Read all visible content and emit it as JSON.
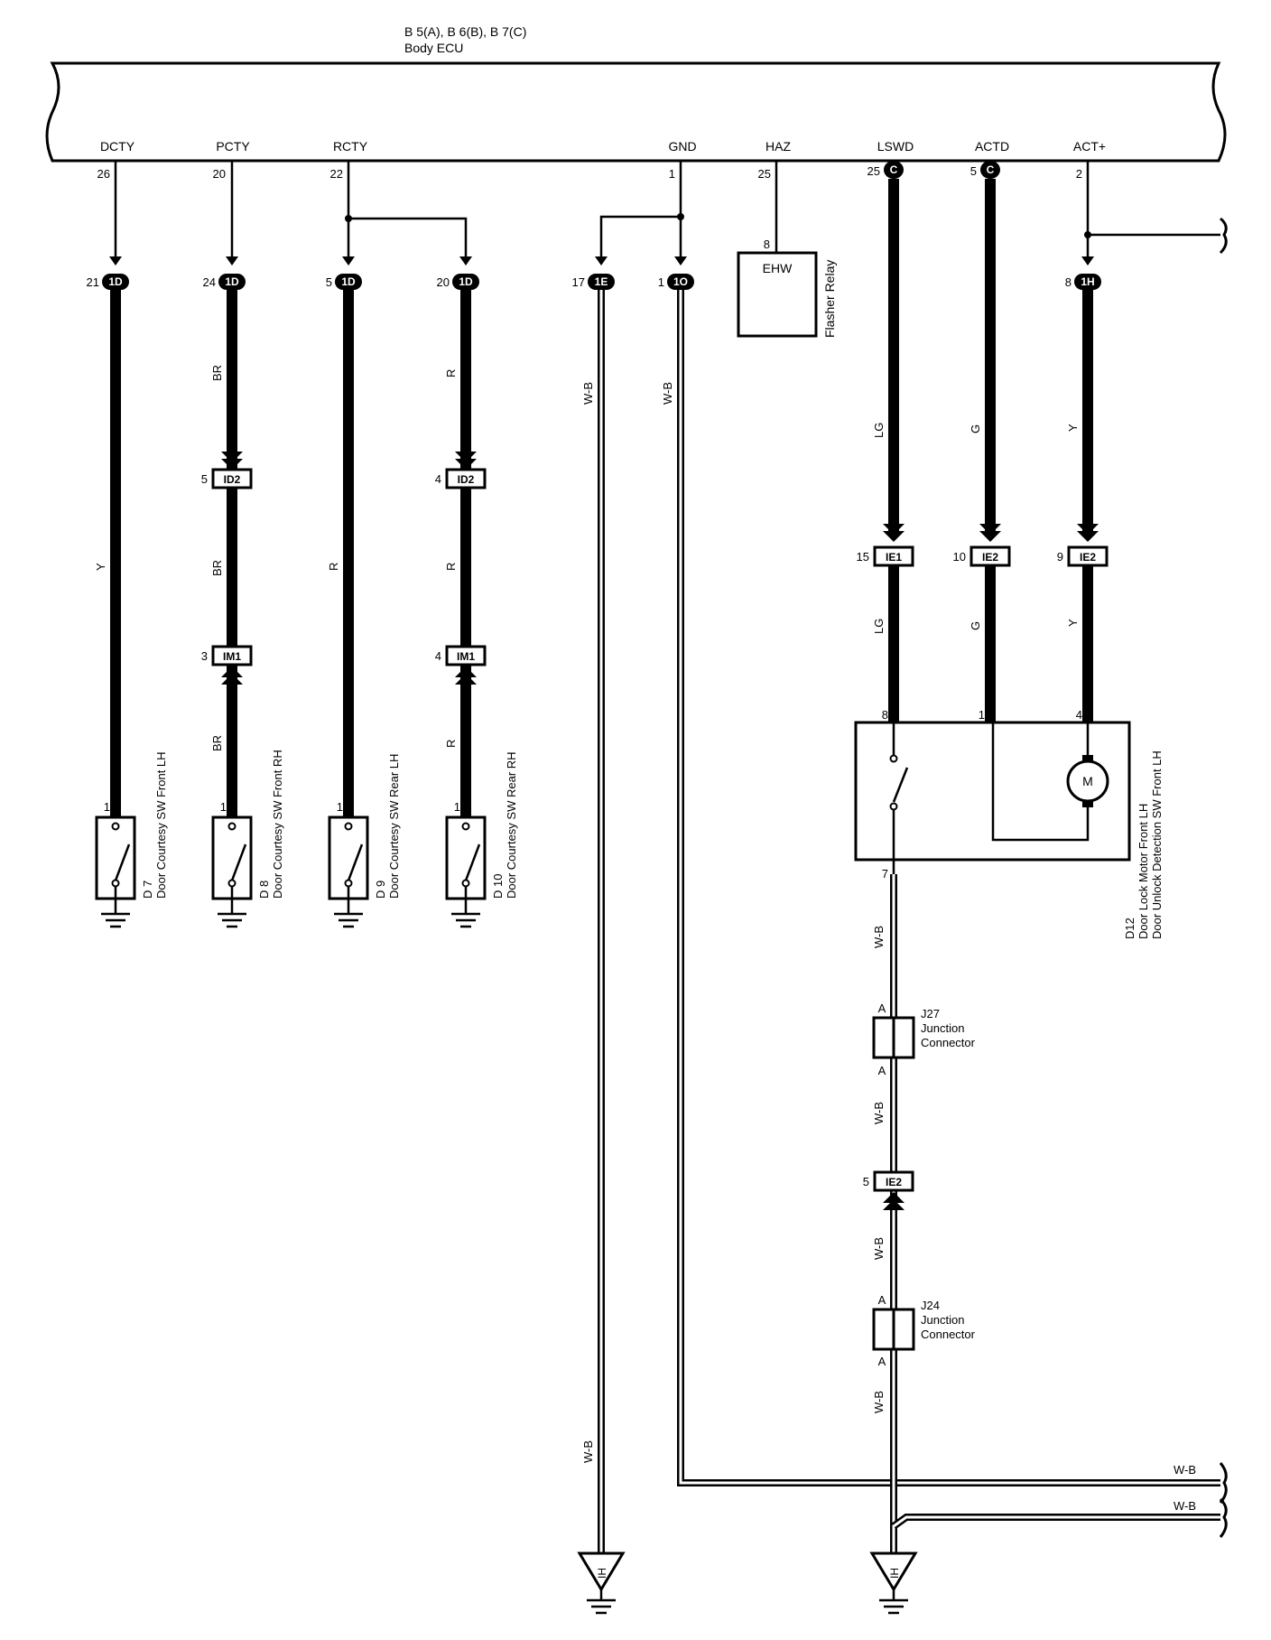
{
  "ecu": {
    "part_code": "B 5(A), B 6(B), B 7(C)",
    "name": "Body ECU",
    "terminals": [
      {
        "name": "DCTY",
        "pin": "26"
      },
      {
        "name": "PCTY",
        "pin": "20"
      },
      {
        "name": "RCTY",
        "pin": "22"
      },
      {
        "name": "GND",
        "pin": "1"
      },
      {
        "name": "HAZ",
        "pin": "25"
      },
      {
        "name": "LSWD",
        "pin": "25",
        "conn": "C"
      },
      {
        "name": "ACTD",
        "pin": "5",
        "conn": "C"
      },
      {
        "name": "ACT+",
        "pin": "2"
      }
    ]
  },
  "connectors_top": [
    {
      "pin": "21",
      "label": "1D"
    },
    {
      "pin": "24",
      "label": "1D"
    },
    {
      "pin": "5",
      "label": "1D"
    },
    {
      "pin": "20",
      "label": "1D"
    },
    {
      "pin": "17",
      "label": "1E"
    },
    {
      "pin": "1",
      "label": "1O"
    },
    {
      "pin": "8",
      "label": "1H"
    }
  ],
  "relay": {
    "pin": "8",
    "label": "EHW",
    "name": "Flasher Relay"
  },
  "wire_colors": {
    "y": "Y",
    "br": "BR",
    "r": "R",
    "wb": "W-B",
    "lg": "LG",
    "g": "G"
  },
  "mid_connectors": [
    {
      "pin": "5",
      "label": "ID2"
    },
    {
      "pin": "4",
      "label": "ID2"
    },
    {
      "pin": "3",
      "label": "IM1"
    },
    {
      "pin": "4",
      "label": "IM1"
    },
    {
      "pin": "15",
      "label": "IE1"
    },
    {
      "pin": "10",
      "label": "IE2"
    },
    {
      "pin": "9",
      "label": "IE2"
    },
    {
      "pin": "5",
      "label": "IE2"
    }
  ],
  "switch_pin": "1",
  "switches": [
    {
      "code": "D 7",
      "name": "Door Courtesy SW Front LH"
    },
    {
      "code": "D 8",
      "name": "Door Courtesy SW Front RH"
    },
    {
      "code": "D 9",
      "name": "Door Courtesy SW Rear LH"
    },
    {
      "code": "D 10",
      "name": "Door Courtesy SW Rear RH"
    }
  ],
  "d12": {
    "code": "D12",
    "line1": "Door Lock Motor Front LH",
    "line2": "Door Unlock Detection SW Front LH",
    "pins": [
      "8",
      "1",
      "4",
      "7"
    ],
    "motor": "M"
  },
  "junctions": [
    {
      "code": "J27",
      "line1": "Junction",
      "line2": "Connector",
      "pin": "A"
    },
    {
      "code": "J24",
      "line1": "Junction",
      "line2": "Connector",
      "pin": "A"
    }
  ],
  "ground_label": "IH"
}
